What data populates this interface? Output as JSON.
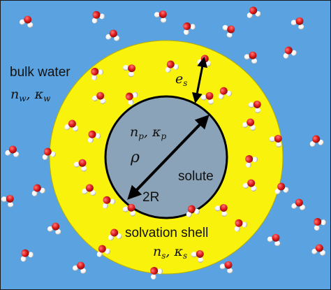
{
  "colors": {
    "bulk_water": "#5aa3e0",
    "solvation_shell": "#f8f20c",
    "solute": "#8aa3b8",
    "arrow": "#000000",
    "oxygen": "#e02020",
    "hydrogen": "#ffffff"
  },
  "labels": {
    "bulk_water": "bulk water",
    "bulk_water_symbols": {
      "n": "n",
      "n_sub": "w",
      "sep": ", ",
      "kappa": "κ",
      "kappa_sub": "w"
    },
    "solute_symbols": {
      "n": "n",
      "n_sub": "p",
      "sep": ", ",
      "kappa": "κ",
      "kappa_sub": "p"
    },
    "rho": "ρ",
    "solute": "solute",
    "radius": "2R",
    "shell_thickness": {
      "e": "e",
      "e_sub": "s"
    },
    "solvation_shell": "solvation shell",
    "shell_symbols": {
      "n": "n",
      "n_sub": "s",
      "sep": ", ",
      "kappa": "κ",
      "kappa_sub": "s"
    }
  }
}
